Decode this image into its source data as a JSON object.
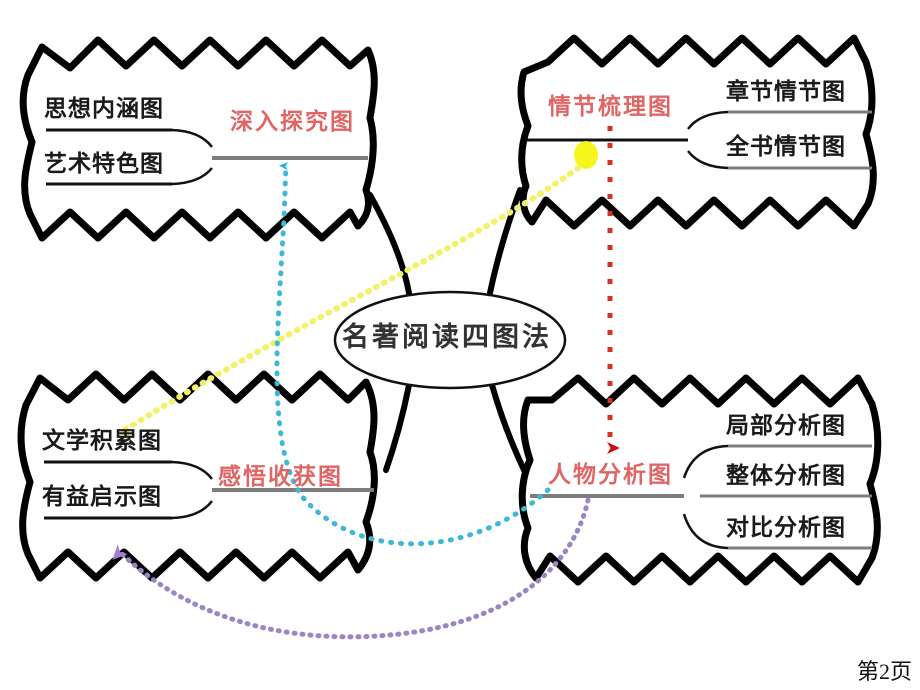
{
  "slide": {
    "page_number_prefix": "第",
    "page_number": "2",
    "page_number_suffix": "页",
    "page_number_full": "第2页",
    "background_color": "#ffffff"
  },
  "center": {
    "label": "名著阅读四图法",
    "shape": "ellipse",
    "text_color": "#333333"
  },
  "colors": {
    "cloud_outline": "#000000",
    "branch_line": "#808080",
    "leaf_text": "#1a1a1a",
    "branch_text": "#e06666",
    "connector_cyan": "#3fb8d8",
    "connector_yellow": "#f2f26a",
    "connector_red": "#d93025",
    "connector_purple": "#9a86c4"
  },
  "clouds": [
    {
      "id": "cloud-top-left",
      "branch_label": "深入探究图",
      "leaves": [
        "思想内涵图",
        "艺术特色图"
      ],
      "position": "top-left"
    },
    {
      "id": "cloud-top-right",
      "branch_label": "情节梳理图",
      "leaves": [
        "章节情节图",
        "全书情节图"
      ],
      "position": "top-right"
    },
    {
      "id": "cloud-bottom-left",
      "branch_label": "感悟收获图",
      "leaves": [
        "文学积累图",
        "有益启示图"
      ],
      "position": "bottom-left"
    },
    {
      "id": "cloud-bottom-right",
      "branch_label": "人物分析图",
      "leaves": [
        "局部分析图",
        "整体分析图",
        "对比分析图"
      ],
      "position": "bottom-right"
    }
  ],
  "connectors": [
    {
      "id": "connector-cyan",
      "color": "#3fb8d8",
      "style": "dotted",
      "from": "人物分析图",
      "to": "深入探究图",
      "arrow": "up"
    },
    {
      "id": "connector-yellow",
      "color": "#f2f26a",
      "style": "dotted",
      "from": "情节梳理图",
      "to": "文学积累图",
      "arrow": "down-left"
    },
    {
      "id": "connector-red",
      "color": "#d93025",
      "style": "dotted",
      "from": "情节梳理图",
      "to": "人物分析图",
      "arrow": "down"
    },
    {
      "id": "connector-purple",
      "color": "#9a86c4",
      "style": "dotted",
      "from": "人物分析图",
      "to": "有益启示图",
      "arrow": "up-left"
    }
  ]
}
